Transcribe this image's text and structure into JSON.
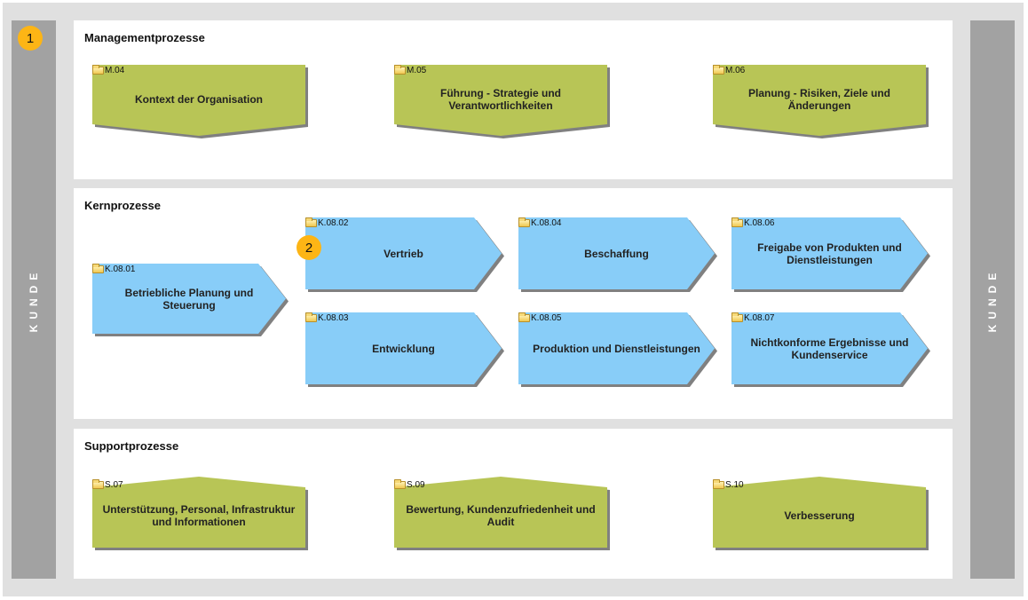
{
  "side_labels": {
    "left": "KUNDE",
    "right": "KUNDE"
  },
  "badges": [
    "1",
    "2"
  ],
  "colors": {
    "frame": "#e0e0e0",
    "side_bar": "#a2a2a2",
    "management_fill": "#b8c556",
    "core_fill": "#88cdf8",
    "support_fill": "#b8c556",
    "shadow": "#808080",
    "badge": "#fdb515"
  },
  "sections": {
    "management": {
      "title": "Managementprozesse",
      "processes": [
        {
          "code": "M.04",
          "label": "Kontext der Organisation"
        },
        {
          "code": "M.05",
          "label": "Führung - Strategie und Verantwortlichkeiten"
        },
        {
          "code": "M.06",
          "label": "Planung - Risiken, Ziele und Änderungen"
        }
      ]
    },
    "core": {
      "title": "Kernprozesse",
      "processes": [
        {
          "code": "K.08.01",
          "label": "Betriebliche Planung und Steuerung"
        },
        {
          "code": "K.08.02",
          "label": "Vertrieb"
        },
        {
          "code": "K.08.03",
          "label": "Entwicklung"
        },
        {
          "code": "K.08.04",
          "label": "Beschaffung"
        },
        {
          "code": "K.08.05",
          "label": "Produktion und Dienstleistungen"
        },
        {
          "code": "K.08.06",
          "label": "Freigabe von Produkten und Dienstleistungen"
        },
        {
          "code": "K.08.07",
          "label": "Nichtkonforme Ergebnisse und Kundenservice"
        }
      ]
    },
    "support": {
      "title": "Supportprozesse",
      "processes": [
        {
          "code": "S.07",
          "label": "Unterstützung, Personal, Infrastruktur und Informationen"
        },
        {
          "code": "S.09",
          "label": "Bewertung, Kundenzufriedenheit und Audit"
        },
        {
          "code": "S.10",
          "label": "Verbesserung"
        }
      ]
    }
  }
}
